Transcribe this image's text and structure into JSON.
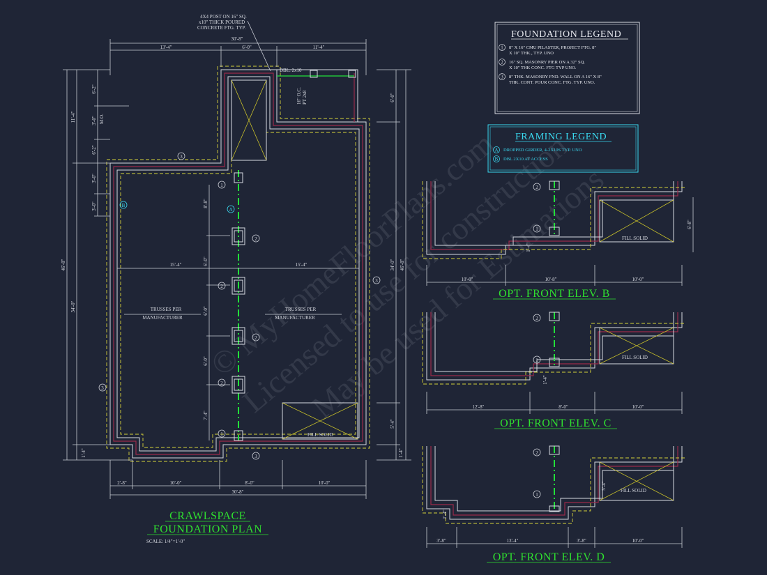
{
  "plan": {
    "title_line1": "CRAWLSPACE",
    "title_line2": "FOUNDATION PLAN",
    "scale": "SCALE: 1/4\"=1'-0\"",
    "post_note": [
      "4X4 POST ON 16\" SQ.",
      "x10\" THICK POURED",
      "CONCRETE FTG. TYP."
    ],
    "dbl_note": "DBL. 2x10",
    "oc_note": [
      "16\" O.C.",
      "PT 2x8"
    ],
    "trusses_left": [
      "TRUSSES PER",
      "MANUFACTURER"
    ],
    "trusses_right": [
      "TRUSSES PER",
      "MANUFACTURER"
    ],
    "fill_solid": "FILL SOLID",
    "mo": "M.O.",
    "dims_top": {
      "overall": "30'-8\"",
      "a": "13'-4\"",
      "b": "6'-0\"",
      "c": "11'-4\""
    },
    "dims_bottom": {
      "a": "2'-8\"",
      "b": "10'-0\"",
      "c": "8'-0\"",
      "d": "10'-0\"",
      "overall": "30'-8\""
    },
    "dims_mid": {
      "left": "15'-4\"",
      "right": "15'-4\""
    },
    "dims_left": {
      "overall": "46'-8\"",
      "top": "11'-4\"",
      "a": "6'-2\"",
      "b": "3'-0\"",
      "c": "6'-2\"",
      "d": "3'-0\"",
      "e": "3'-0\"",
      "lower": "34'-0\"",
      "bot": "1'-4\""
    },
    "dims_right": {
      "overall": "46'-8\"",
      "top": "6'-0\"",
      "mid": "34'-0\"",
      "low": "5'-4\"",
      "bot": "1'-4\""
    },
    "dims_girder": {
      "a": "8'-8\"",
      "b": "6'-0\"",
      "c": "6'-0\"",
      "d": "6'-0\"",
      "e": "7'-4\""
    },
    "tags": {
      "one": "1",
      "two": "2",
      "three": "3",
      "A": "A",
      "B": "B"
    }
  },
  "foundation_legend": {
    "title": "FOUNDATION LEGEND",
    "items": [
      {
        "n": "1",
        "l1": "8\" X 16\" CMU PILASTER, PROJECT FTG. 8\"",
        "l2": "X 10\" THK., TYP. UNO"
      },
      {
        "n": "2",
        "l1": "16\" SQ. MASONRY PIER ON A 32\" SQ.",
        "l2": "X 10\" THK CONC. FTG TYP UNO."
      },
      {
        "n": "3",
        "l1": "8\" THK. MASONRY FND. WALL ON A 16\" X 8\"",
        "l2": "THK. CONT. POUR CONC. FTG. TYP. UNO."
      }
    ]
  },
  "framing_legend": {
    "title": "FRAMING LEGEND",
    "items": [
      {
        "n": "A",
        "text": "DROPPED GIRDER, 4-2X10S TYP. UNO"
      },
      {
        "n": "B",
        "text": "DBL 2X10 AT ACCESS"
      }
    ]
  },
  "elev_b": {
    "title": "OPT. FRONT ELEV. B",
    "dims": [
      "10'-0\"",
      "10'-8\"",
      "10'-0\""
    ],
    "side": "6'-8\"",
    "step": "1'-4\"",
    "fill": "FILL SOLID"
  },
  "elev_c": {
    "title": "OPT. FRONT ELEV. C",
    "dims": [
      "12'-8\"",
      "8'-0\"",
      "10'-0\""
    ],
    "step": "1'-4\"",
    "fill": "FILL SOLID"
  },
  "elev_d": {
    "title": "OPT. FRONT ELEV. D",
    "dims": [
      "3'-8\"",
      "13'-4\"",
      "3'-8\"",
      "10'-0\""
    ],
    "side": "5'-4\"",
    "step": "1'-4\"",
    "fill": "FILL SOLID"
  },
  "watermark": {
    "line1": "© MyHomeFloorPlans.com",
    "line2": "Licensed to use for construction",
    "line3": "May be used for Estimations"
  },
  "colors": {
    "background": "#1f2536",
    "title_green": "#2fe02f",
    "framing_cyan": "#3ad9f0",
    "wall_red": "#9a2a4a",
    "footing_yellow": "#d6d23a"
  }
}
